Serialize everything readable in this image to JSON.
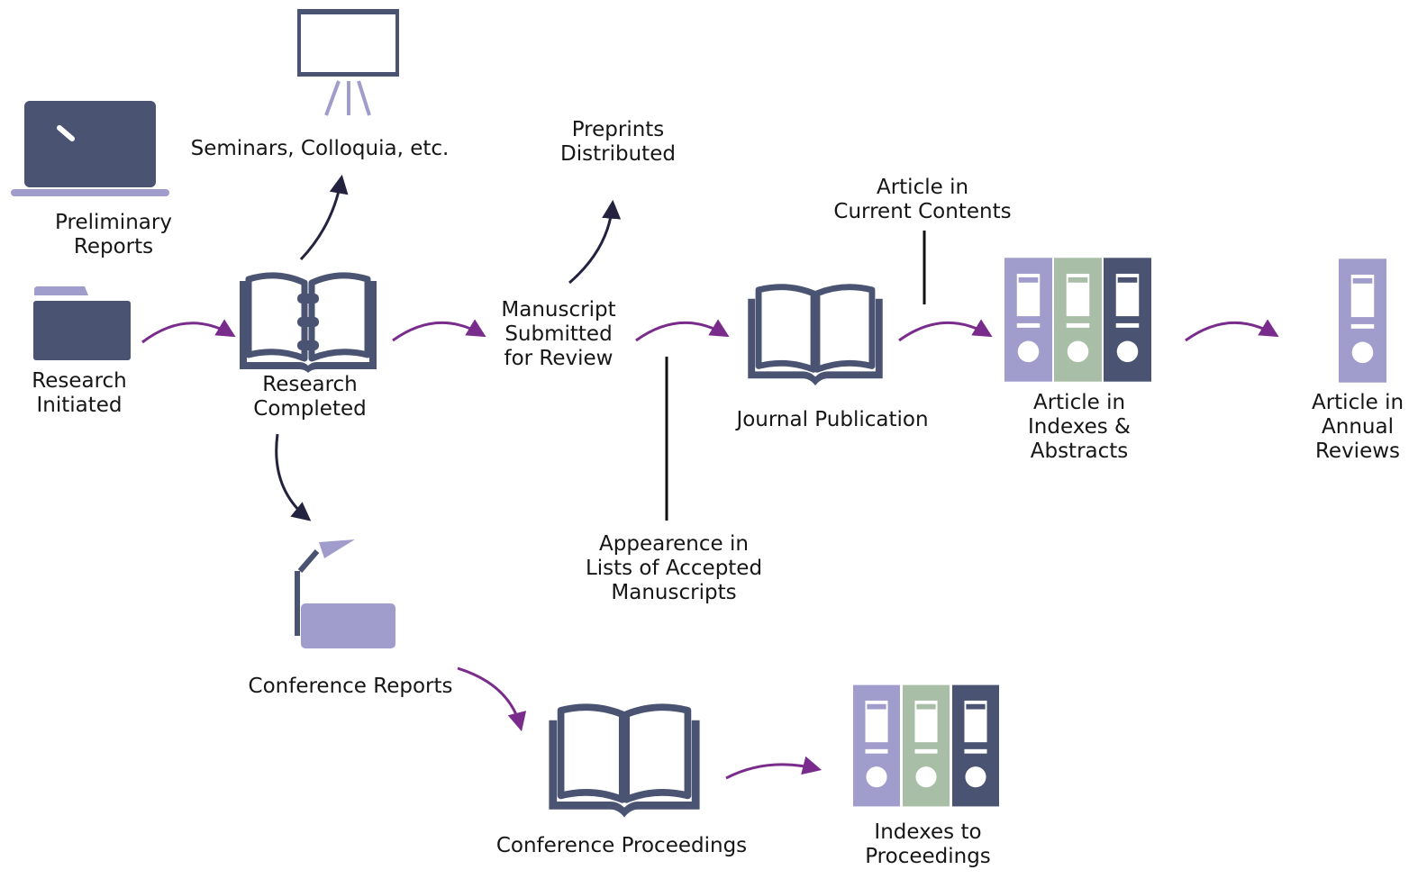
{
  "nodes": {
    "research_initiated": "Research\nInitiated",
    "preliminary_reports": "Preliminary\nReports",
    "seminars": "Seminars, Colloquia, etc.",
    "research_completed": "Research\nCompleted",
    "preprints": "Preprints\nDistributed",
    "manuscript": "Manuscript\nSubmitted\nfor Review",
    "accepted_lists": "Appearence in\nLists of Accepted\nManuscripts",
    "journal_publication": "Journal Publication",
    "current_contents": "Article in\nCurrent Contents",
    "indexes_abstracts": "Article in\nIndexes &\nAbstracts",
    "annual_reviews": "Article in\nAnnual\nReviews",
    "conference_reports": "Conference Reports",
    "conference_proceedings": "Conference Proceedings",
    "indexes_proceedings": "Indexes to\nProceedings"
  },
  "icons": {
    "laptop": "laptop-icon",
    "folder": "folder-icon",
    "projector_screen": "projector-screen-icon",
    "notebook": "spiral-notebook-icon",
    "open_book": "open-book-icon",
    "binders": "binders-icon",
    "single_binder": "binder-icon",
    "overhead_projector": "overhead-projector-icon"
  },
  "colors": {
    "navy": "#4a5372",
    "lavender": "#a09ccb",
    "sage": "#a9bea6",
    "purple_arrow": "#7a2c8c",
    "dark_arrow": "#23233f",
    "line": "#111111"
  }
}
